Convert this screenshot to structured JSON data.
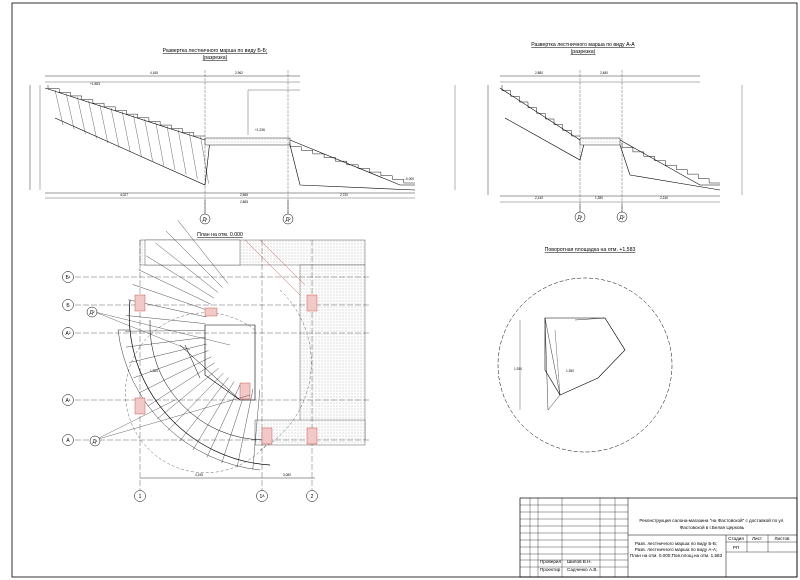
{
  "titles": {
    "razvertka_bb": "Развертка лестничного марша по виду Б-Б;",
    "razvertka_bb_sub": "(разрезка)",
    "razvertka_aa": "Развертка лестничного марша по виду А-А",
    "razvertka_aa_sub": "(разрезка)",
    "plan": "План на отм. 0.000",
    "landing": "Поворотная площадка на отм. +1,583"
  },
  "axes": {
    "rows": [
      "Б¹",
      "Б",
      "А²",
      "А¹",
      "А"
    ],
    "cols": [
      "1",
      "1ᴬ",
      "2"
    ],
    "section_marks": [
      "Д¹",
      "Д²",
      "Д¹",
      "Д²"
    ]
  },
  "dims": {
    "bb_top_a": "4,165",
    "bb_top_b": "2,962",
    "bb_bottom_a": "4,027",
    "bb_bottom_b": "2,565",
    "bb_bottom_c": "2,720",
    "bb_total": "2,865",
    "aa_top_a": "2,880",
    "aa_top_b": "2,480",
    "aa_bottom_a": "2,140",
    "aa_bottom_b": "1,280",
    "aa_bottom_c": "2,140",
    "plan_bottom_a": "4,195",
    "plan_bottom_b": "3,080",
    "level_top": "+1,583",
    "level_mid": "+1,236",
    "level_low": "-0,000",
    "landing_r": "1,350",
    "landing_d": "1,930",
    "plan_r": "1,350"
  },
  "titleblock": {
    "project": "Реконструкция салона-магазина \"на Фастовской\" с доставкой по ул. Фастовской в г.Белая Церковь",
    "sheet_desc": "Разв. лестничного марша по виду Б-Б; Разв. лестничного марша по виду А-А; План на отм. 0.000;Пов.площ.на отм. 1,583",
    "stage_hdr": "Стадия",
    "sheet_hdr": "Лист",
    "sheets_hdr": "Листов",
    "stage": "РП",
    "checked_role": "Проверил",
    "checked_name": "Шилов В.Н.",
    "designed_role": "Проектир",
    "designed_name": "Садченко А.В."
  },
  "colors": {
    "line": "#000000",
    "hatch": "#d9d9d9",
    "highlight": "#f2c9c9",
    "red": "#c0392b"
  }
}
